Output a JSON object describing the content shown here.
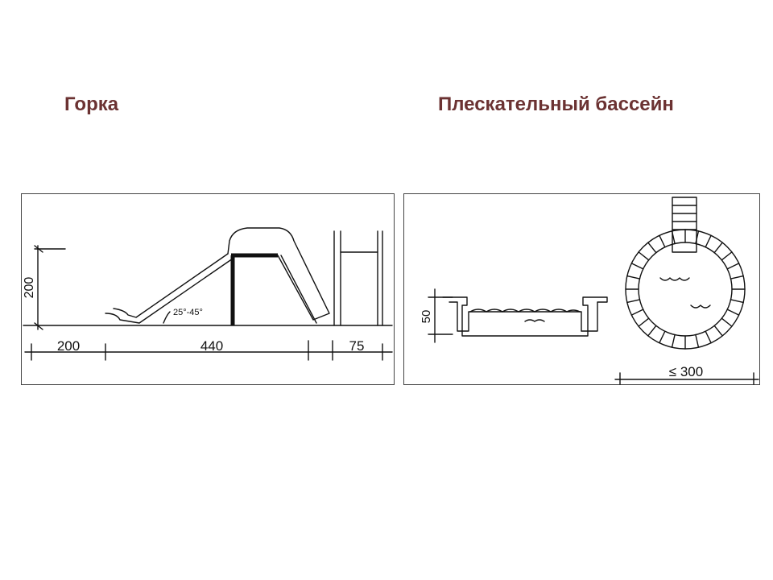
{
  "titles": {
    "slide": "Горка",
    "pool": "Плескательный бассейн"
  },
  "slide_panel": {
    "height_dim": "200",
    "angle": "25°-45°",
    "dim_left": "200",
    "dim_mid": "440",
    "dim_right": "75"
  },
  "pool_panel": {
    "depth_dim": "50",
    "diameter_dim": "≤ 300"
  },
  "colors": {
    "title": "#6b3232",
    "line": "#111111"
  }
}
